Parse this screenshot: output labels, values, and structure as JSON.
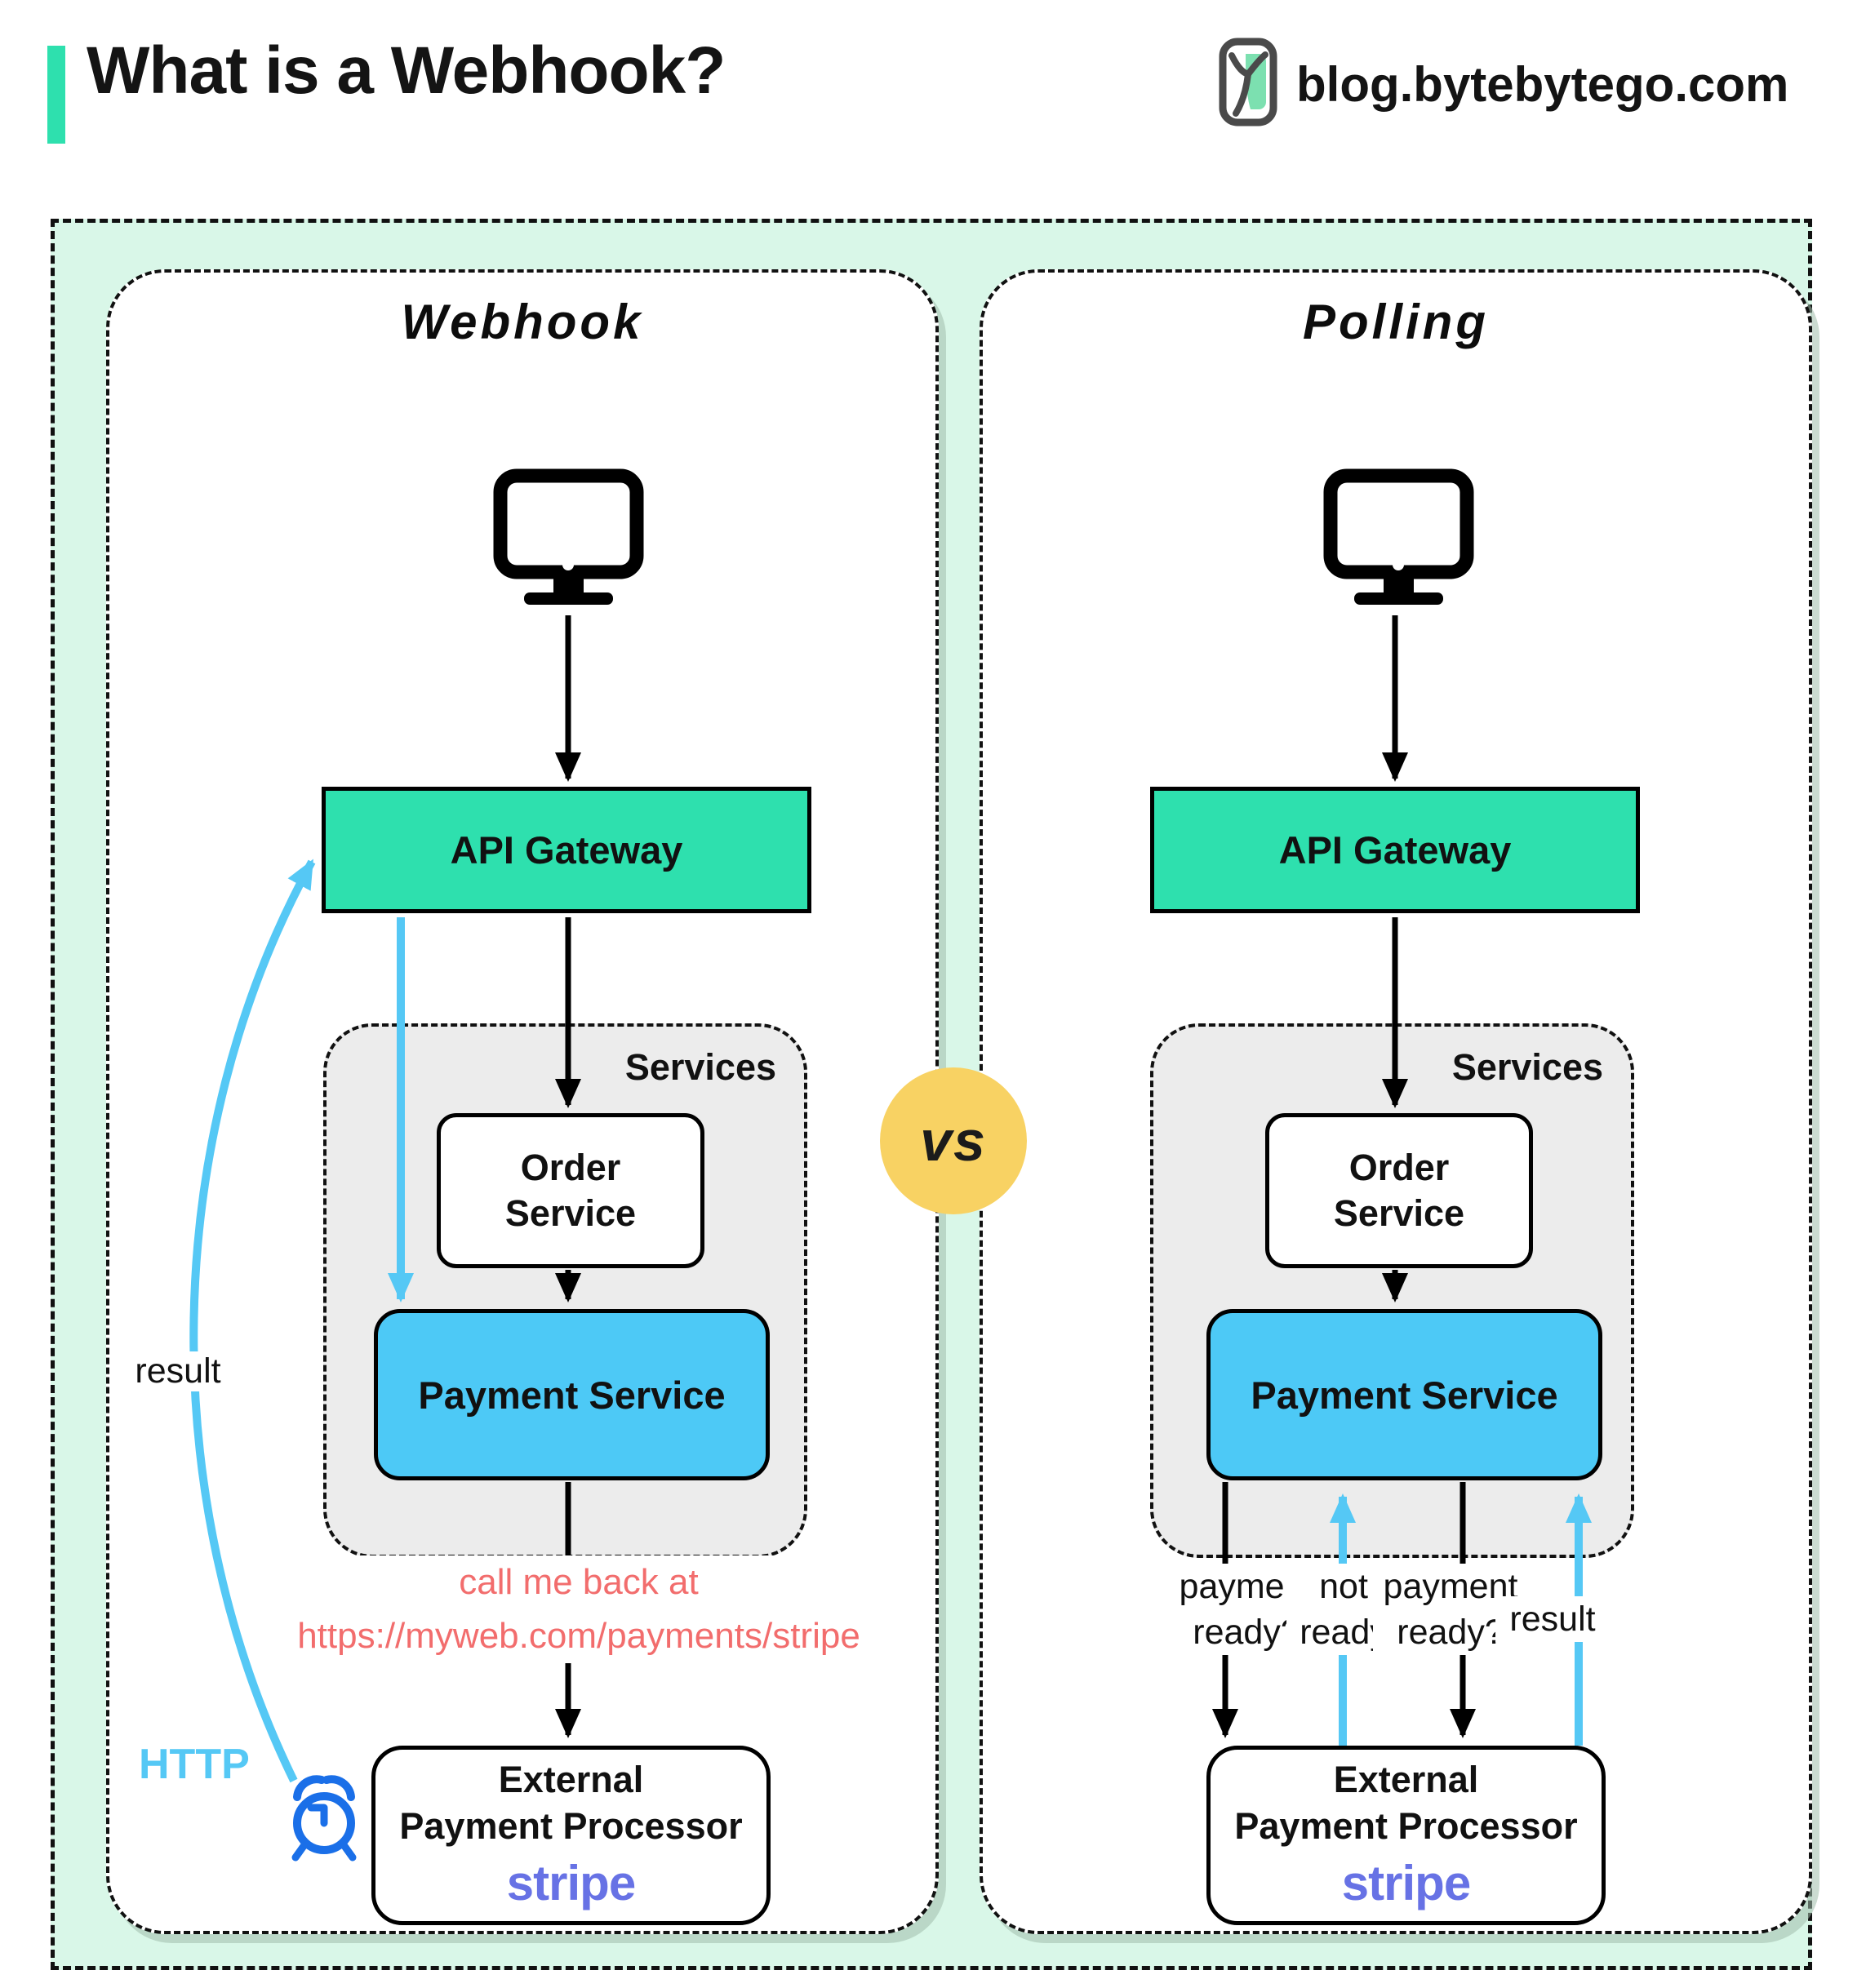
{
  "header": {
    "title": "What is a Webhook?",
    "site": "blog.bytebytego.com",
    "logo_icon": "bytebytego-logo",
    "accent_color": "#2ee0ae"
  },
  "vs_badge": {
    "label": "vs",
    "bg": "#f8d263"
  },
  "colors": {
    "canvas_bg": "#d9f7e8",
    "api_gateway_bg": "#2ee0ae",
    "payment_service_bg": "#4dc9f6",
    "services_bg": "#ececec",
    "blue_arrow": "#55c8f5",
    "note_red": "#f26d6d",
    "stripe_purple": "#6772e5",
    "alarm_blue": "#1a6fe8"
  },
  "webhook_panel": {
    "title": "Webhook",
    "client_icon": "monitor-icon",
    "api_gateway_label": "API Gateway",
    "services_label": "Services",
    "order_service_label": "Order Service",
    "payment_service_label": "Payment Service",
    "callback_note_line1": "call me back at",
    "callback_note_line2": "https://myweb.com/payments/stripe",
    "external_processor_line1": "External",
    "external_processor_line2": "Payment Processor",
    "external_processor_brand": "stripe",
    "result_arrow_label": "result",
    "http_label": "HTTP",
    "timer_icon": "alarm-clock-icon"
  },
  "polling_panel": {
    "title": "Polling",
    "client_icon": "monitor-icon",
    "api_gateway_label": "API Gateway",
    "services_label": "Services",
    "order_service_label": "Order Service",
    "payment_service_label": "Payment Service",
    "poll_label_1": "payment ready?",
    "poll_label_2": "not ready",
    "poll_label_3": "payment ready?",
    "poll_label_4": "result",
    "external_processor_line1": "External",
    "external_processor_line2": "Payment Processor",
    "external_processor_brand": "stripe"
  }
}
